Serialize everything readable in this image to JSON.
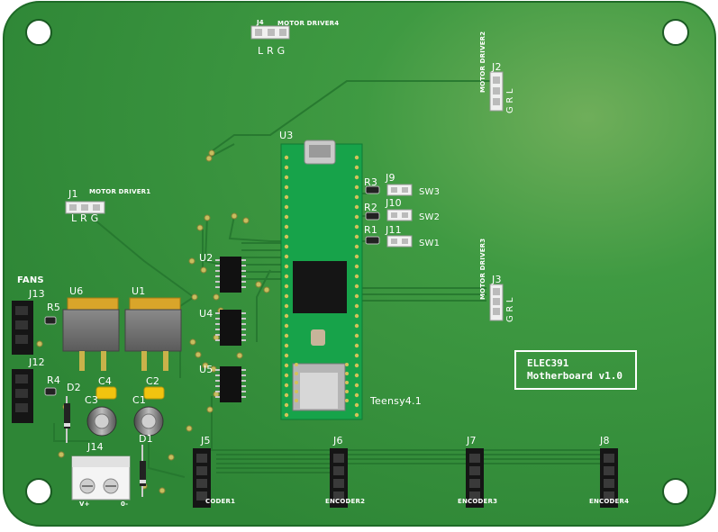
{
  "board": {
    "title_line1": "ELEC391",
    "title_line2": "Motherboard v1.0",
    "colors": {
      "pcb": "#2f8a3a",
      "pcb_dark": "#1f6b29",
      "silk": "#ffffff",
      "teensy": "#19a84a",
      "chip": "#111111",
      "pad": "#c8c060"
    }
  },
  "labels": {
    "j4": "J4",
    "motor_driver4": "MOTOR DRIVER4",
    "lrg": "L R G",
    "j2": "J2",
    "motor_driver2": "MOTOR DRIVER2",
    "grl": "G R L",
    "u3": "U3",
    "j1": "J1",
    "motor_driver1": "MOTOR DRIVER1",
    "j9": "J9",
    "sw3": "SW3",
    "r3": "R3",
    "j10": "J10",
    "sw2": "SW2",
    "r2": "R2",
    "j11": "J11",
    "sw1": "SW1",
    "r1": "R1",
    "j3": "J3",
    "motor_driver3": "MOTOR DRIVER3",
    "u2": "U2",
    "u4": "U4",
    "u5": "U5",
    "fans": "FANS",
    "j13": "J13",
    "r5": "R5",
    "j12": "J12",
    "r4": "R4",
    "u6": "U6",
    "u1": "U1",
    "c4": "C4",
    "c3": "C3",
    "c2": "C2",
    "c1": "C1",
    "d2": "D2",
    "d1": "D1",
    "j14": "J14",
    "plus": "V+",
    "minus": "0-",
    "teensy": "Teensy4.1",
    "j5": "J5",
    "j6": "J6",
    "j7": "J7",
    "j8": "J8",
    "encoder1": "CODER1",
    "encoder2": "ENCODER2",
    "encoder3": "ENCODER3",
    "encoder4": "ENCODER4"
  }
}
